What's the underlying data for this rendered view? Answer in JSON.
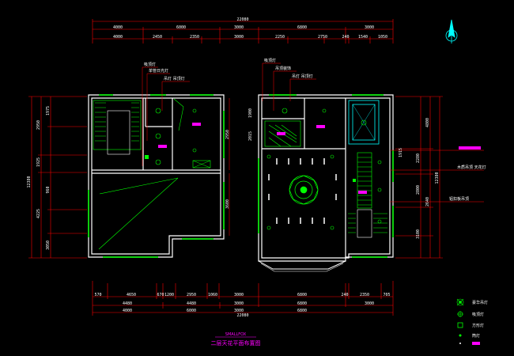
{
  "colors": {
    "background": "#000000",
    "dimension": "#ff0000",
    "wall": "#ffffff",
    "light": "#00ff00",
    "ceiling": "#00ffff",
    "text": "#ffffff",
    "title": "#ff00ff",
    "tag": "#ff00ff"
  },
  "top_dimensions": {
    "overall": "22080",
    "row1": [
      "4000",
      "6000",
      "3000",
      "6800",
      "3000"
    ],
    "row2": [
      "4000",
      "2450",
      "2350",
      "3000",
      "2250",
      "2750",
      "240",
      "1540",
      "1050"
    ]
  },
  "bottom_dimensions": {
    "overall": "22080",
    "row1": [
      "570",
      "4650",
      "670",
      "1200",
      "2950",
      "1060",
      "3000",
      "6800",
      "240",
      "2350",
      "705"
    ],
    "row2": [
      "4480",
      "4480",
      "3000",
      "6800",
      "3000"
    ],
    "row3": [
      "4000",
      "6000",
      "3000",
      "6800"
    ]
  },
  "left_dimensions": {
    "overall": "12380",
    "segments": [
      "2950",
      "1925",
      "4225",
      "1975",
      "960",
      "3050"
    ]
  },
  "right_dimensions": {
    "overall": "12380",
    "segments": [
      "4800",
      "2280",
      "2800",
      "2640",
      "3100"
    ]
  },
  "interior_dimensions": [
    "2950",
    "3600",
    "1900",
    "2015",
    "1915"
  ],
  "left_plan_notes": [
    "吸顶灯",
    "单管日光灯",
    "吊灯 吊顶灯"
  ],
  "right_plan_notes": [
    "吸顶灯",
    "吊顶装饰",
    "吊灯 吊顶灯"
  ],
  "right_side_labels": [
    "",
    "木质吊顶 天花灯",
    "铝扣板吊顶"
  ],
  "legend": [
    {
      "icon": "chandelier-icon",
      "label": "豪华吊灯"
    },
    {
      "icon": "ceiling-lamp-icon",
      "label": "吸顶灯"
    },
    {
      "icon": "square-lamp-icon",
      "label": "方形灯"
    },
    {
      "icon": "downlight-icon",
      "label": "筒灯"
    },
    {
      "icon": "tag-icon",
      "label": ""
    }
  ],
  "title": "二层天花平面布置图",
  "subtitle": "SMALLFOX"
}
